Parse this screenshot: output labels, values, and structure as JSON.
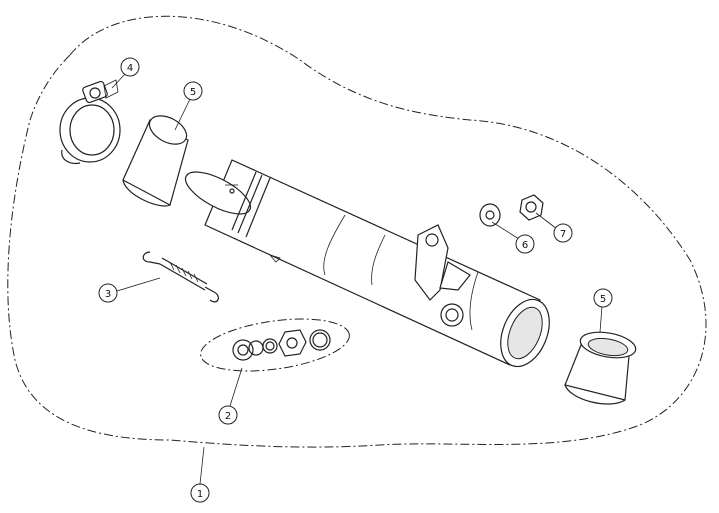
{
  "callouts": [
    {
      "id": "c1",
      "label": "1"
    },
    {
      "id": "c2",
      "label": "2"
    },
    {
      "id": "c3",
      "label": "3"
    },
    {
      "id": "c4",
      "label": "4"
    },
    {
      "id": "c5a",
      "label": "5"
    },
    {
      "id": "c5b",
      "label": "5"
    },
    {
      "id": "c6",
      "label": "6"
    },
    {
      "id": "c7",
      "label": "7"
    }
  ]
}
